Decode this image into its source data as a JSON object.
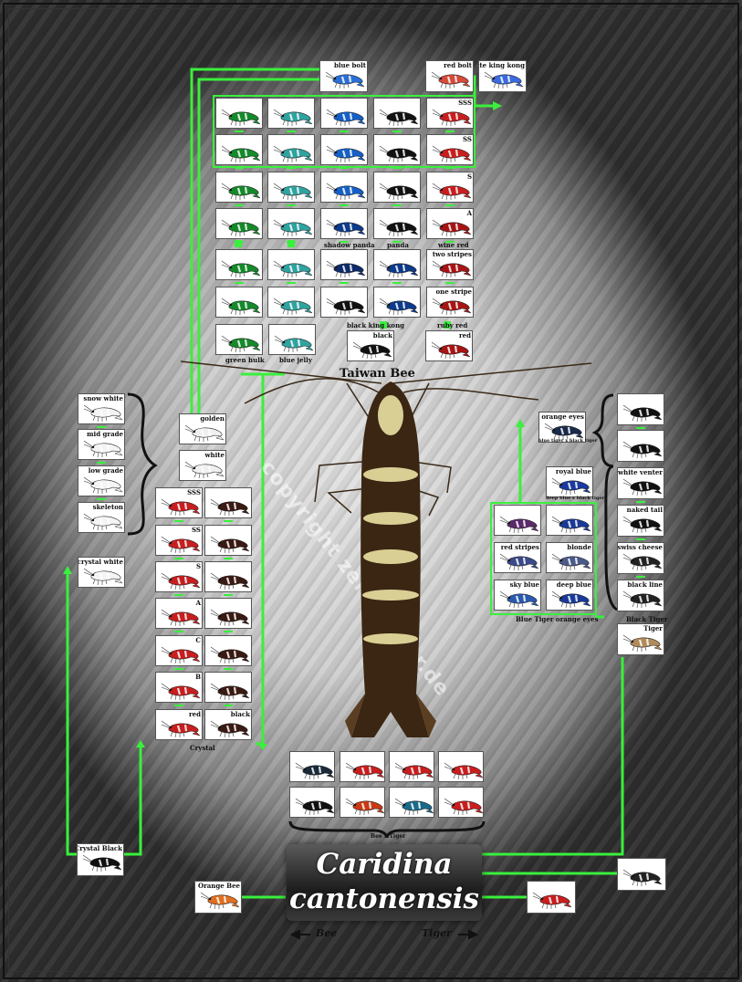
{
  "colors": {
    "accent": "#39f03c",
    "title_bg": "#222222",
    "frame": "#111111"
  },
  "main_title": [
    "Caridina",
    "cantonensis"
  ],
  "center_label": "Taiwan Bee",
  "watermark": "copyright zeit-angler.de",
  "bottom_arrows": {
    "left": "Bee",
    "right": "Tiger"
  },
  "taiwan_cards": [
    {
      "label": "blue bolt",
      "color": "#2a6fd6"
    },
    {
      "label": "red bolt",
      "color": "#d64a3a"
    },
    {
      "label": "white king kong",
      "color": "#3b6ae0"
    },
    {
      "label": "",
      "color": "#148a2a"
    },
    {
      "label": "",
      "color": "#2fa3a0"
    },
    {
      "label": "",
      "color": "#1460c8"
    },
    {
      "label": "",
      "color": "#111111"
    },
    {
      "label": "SSS",
      "color": "#c81e1e"
    },
    {
      "label": "",
      "color": "#148a2a"
    },
    {
      "label": "",
      "color": "#2fa3a0"
    },
    {
      "label": "",
      "color": "#1460c8"
    },
    {
      "label": "",
      "color": "#111111"
    },
    {
      "label": "SS",
      "color": "#c81e1e"
    },
    {
      "label": "",
      "color": "#148a2a"
    },
    {
      "label": "",
      "color": "#2fa3a0"
    },
    {
      "label": "",
      "color": "#1460c8"
    },
    {
      "label": "",
      "color": "#111111"
    },
    {
      "label": "S",
      "color": "#c81e1e"
    },
    {
      "label": "",
      "color": "#148a2a"
    },
    {
      "label": "",
      "color": "#2fa3a0"
    },
    {
      "label": "",
      "color": "#0d3a8a"
    },
    {
      "label": "",
      "color": "#111111"
    },
    {
      "label": "A",
      "color": "#a81414"
    },
    {
      "label": "",
      "color": "#148a2a"
    },
    {
      "label": "",
      "color": "#2fa3a0"
    },
    {
      "label": "",
      "color": "#0d2a6a"
    },
    {
      "label": "",
      "color": "#0d3a8a"
    },
    {
      "label": "two stripes",
      "color": "#a81414"
    },
    {
      "label": "",
      "color": "#148a2a"
    },
    {
      "label": "",
      "color": "#2fa3a0"
    },
    {
      "label": "",
      "color": "#111111"
    },
    {
      "label": "",
      "color": "#0d3a8a"
    },
    {
      "label": "one stripe",
      "color": "#a81414"
    },
    {
      "label": "",
      "color": "#148a2a"
    },
    {
      "label": "",
      "color": "#2fa3a0"
    },
    {
      "label": "black",
      "color": "#111111"
    },
    {
      "label": "red",
      "color": "#a81414"
    }
  ],
  "taiwan_captions": [
    "shadow panda",
    "panda",
    "wine red",
    "black king kong",
    "ruby red",
    "green hulk",
    "blue jelly"
  ],
  "crystal_left": [
    {
      "label": "snow white",
      "color": "#f4f4f4"
    },
    {
      "label": "mid grade",
      "color": "#f4f4f4"
    },
    {
      "label": "low grade",
      "color": "#f4f4f4"
    },
    {
      "label": "skeleton",
      "color": "#f4f4f4"
    },
    {
      "label": "crystal white",
      "color": "#f4f4f4"
    }
  ],
  "crystal_mid": [
    {
      "label": "golden",
      "color": "#f0f0f0"
    },
    {
      "label": "white",
      "color": "#f0f0f0"
    },
    {
      "label": "SSS",
      "color": "#c81e1e"
    },
    {
      "label": "",
      "color": "#3a1a12"
    },
    {
      "label": "SS",
      "color": "#c81e1e"
    },
    {
      "label": "",
      "color": "#3a1a12"
    },
    {
      "label": "S",
      "color": "#c81e1e"
    },
    {
      "label": "",
      "color": "#3a1a12"
    },
    {
      "label": "A",
      "color": "#c81e1e"
    },
    {
      "label": "",
      "color": "#3a1a12"
    },
    {
      "label": "C",
      "color": "#c81e1e"
    },
    {
      "label": "",
      "color": "#3a1a12"
    },
    {
      "label": "B",
      "color": "#c81e1e"
    },
    {
      "label": "",
      "color": "#3a1a12"
    },
    {
      "label": "red",
      "color": "#c81e1e"
    },
    {
      "label": "black",
      "color": "#3a1a12"
    }
  ],
  "crystal_caption": "Crystal",
  "blue_tiger": [
    {
      "label": "black tiger orange eyes",
      "color": "#1a2a4a"
    },
    {
      "label": "royal blue",
      "color": "#1a3aa0"
    },
    {
      "label": "",
      "color": "#5a2a6a"
    },
    {
      "label": "",
      "color": "#1a3a9a"
    },
    {
      "label": "red stripes",
      "color": "#3a4a8a"
    },
    {
      "label": "blonde",
      "color": "#4a5a8a"
    },
    {
      "label": "sky blue",
      "color": "#2a5ab0"
    },
    {
      "label": "deep blue",
      "color": "#1a3a9a"
    }
  ],
  "blue_tiger_sublabels": [
    "blue tiger x black tiger",
    "deep blue x black tiger"
  ],
  "blue_tiger_caption": "Blue Tiger orange eyes",
  "black_tiger": [
    {
      "label": "",
      "color": "#111111"
    },
    {
      "label": "",
      "color": "#111111"
    },
    {
      "label": "white venter",
      "color": "#111111"
    },
    {
      "label": "naked tail",
      "color": "#111111"
    },
    {
      "label": "swiss cheese",
      "color": "#222222"
    },
    {
      "label": "black line",
      "color": "#222222"
    },
    {
      "label": "Tiger",
      "color": "#b08a5a"
    }
  ],
  "black_tiger_caption": "Black Tiger",
  "bee_tiger": [
    {
      "label": "",
      "color": "#1a2a3a"
    },
    {
      "label": "",
      "color": "#c81e1e"
    },
    {
      "label": "",
      "color": "#c81e1e"
    },
    {
      "label": "",
      "color": "#c81e1e"
    },
    {
      "label": "",
      "color": "#111111"
    },
    {
      "label": "",
      "color": "#c83a14"
    },
    {
      "label": "",
      "color": "#1a6a8a"
    },
    {
      "label": "",
      "color": "#c81e1e"
    }
  ],
  "bee_tiger_caption": "Bee x Tiger",
  "bottom_cards": [
    {
      "label": "Crystal Black",
      "color": "#111111"
    },
    {
      "label": "Orange Bee",
      "color": "#e07020"
    },
    {
      "label": "",
      "color": "#222222"
    },
    {
      "label": "",
      "color": "#c81e1e"
    }
  ]
}
